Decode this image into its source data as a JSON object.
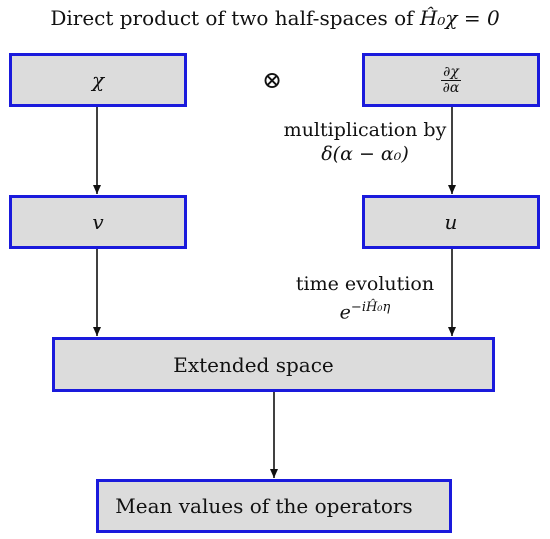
{
  "title": {
    "prefix": "Direct product of two half-spaces of ",
    "equation": "Ĥ₀χ = 0"
  },
  "boxes": {
    "chi": "χ",
    "dchi_num": "∂χ",
    "dchi_den": "∂α",
    "v": "v",
    "u": "u",
    "extended": "Extended space",
    "mean": "Mean values of the operators"
  },
  "operator": "⊗",
  "labels": {
    "multiplication": "multiplication by",
    "delta": "δ(α − α₀)",
    "time_evolution": "time evolution",
    "exp_base": "e",
    "exp_power": "−iĤ₀η"
  }
}
